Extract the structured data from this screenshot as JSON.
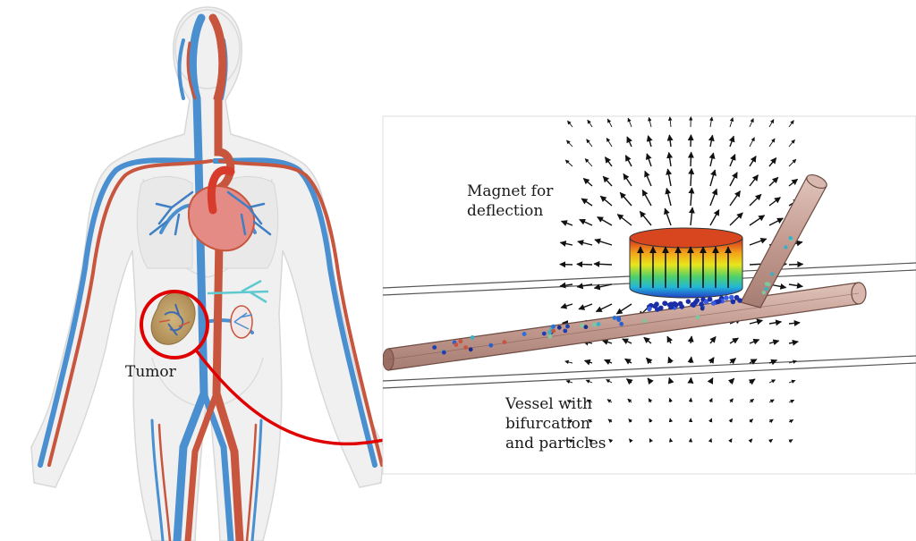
{
  "labels": {
    "tumor": "Tumor",
    "magnet": [
      "Magnet for",
      "deflection"
    ],
    "vessel": [
      "Vessel with",
      "bifurcation",
      "and particles"
    ]
  },
  "colors": {
    "artery": "#c8553d",
    "vein": "#4a8fd0",
    "highlight": "#e00000",
    "vessel_fill": "#c9a49a",
    "tumor": "#b8955a",
    "panel_border": "#d8d8d8"
  }
}
